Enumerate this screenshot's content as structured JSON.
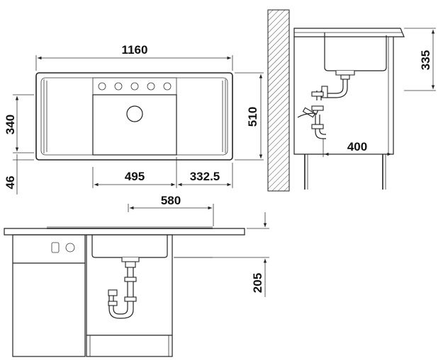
{
  "drawing": {
    "dimensions": {
      "overall_width": "1160",
      "bowl_height": "340",
      "front_offset": "46",
      "overall_depth": "510",
      "bowl_width": "495",
      "drainer_width": "332.5",
      "cabinet_width": "580",
      "bowl_depth": "205",
      "drain_distance": "400",
      "wall_height": "335"
    }
  }
}
